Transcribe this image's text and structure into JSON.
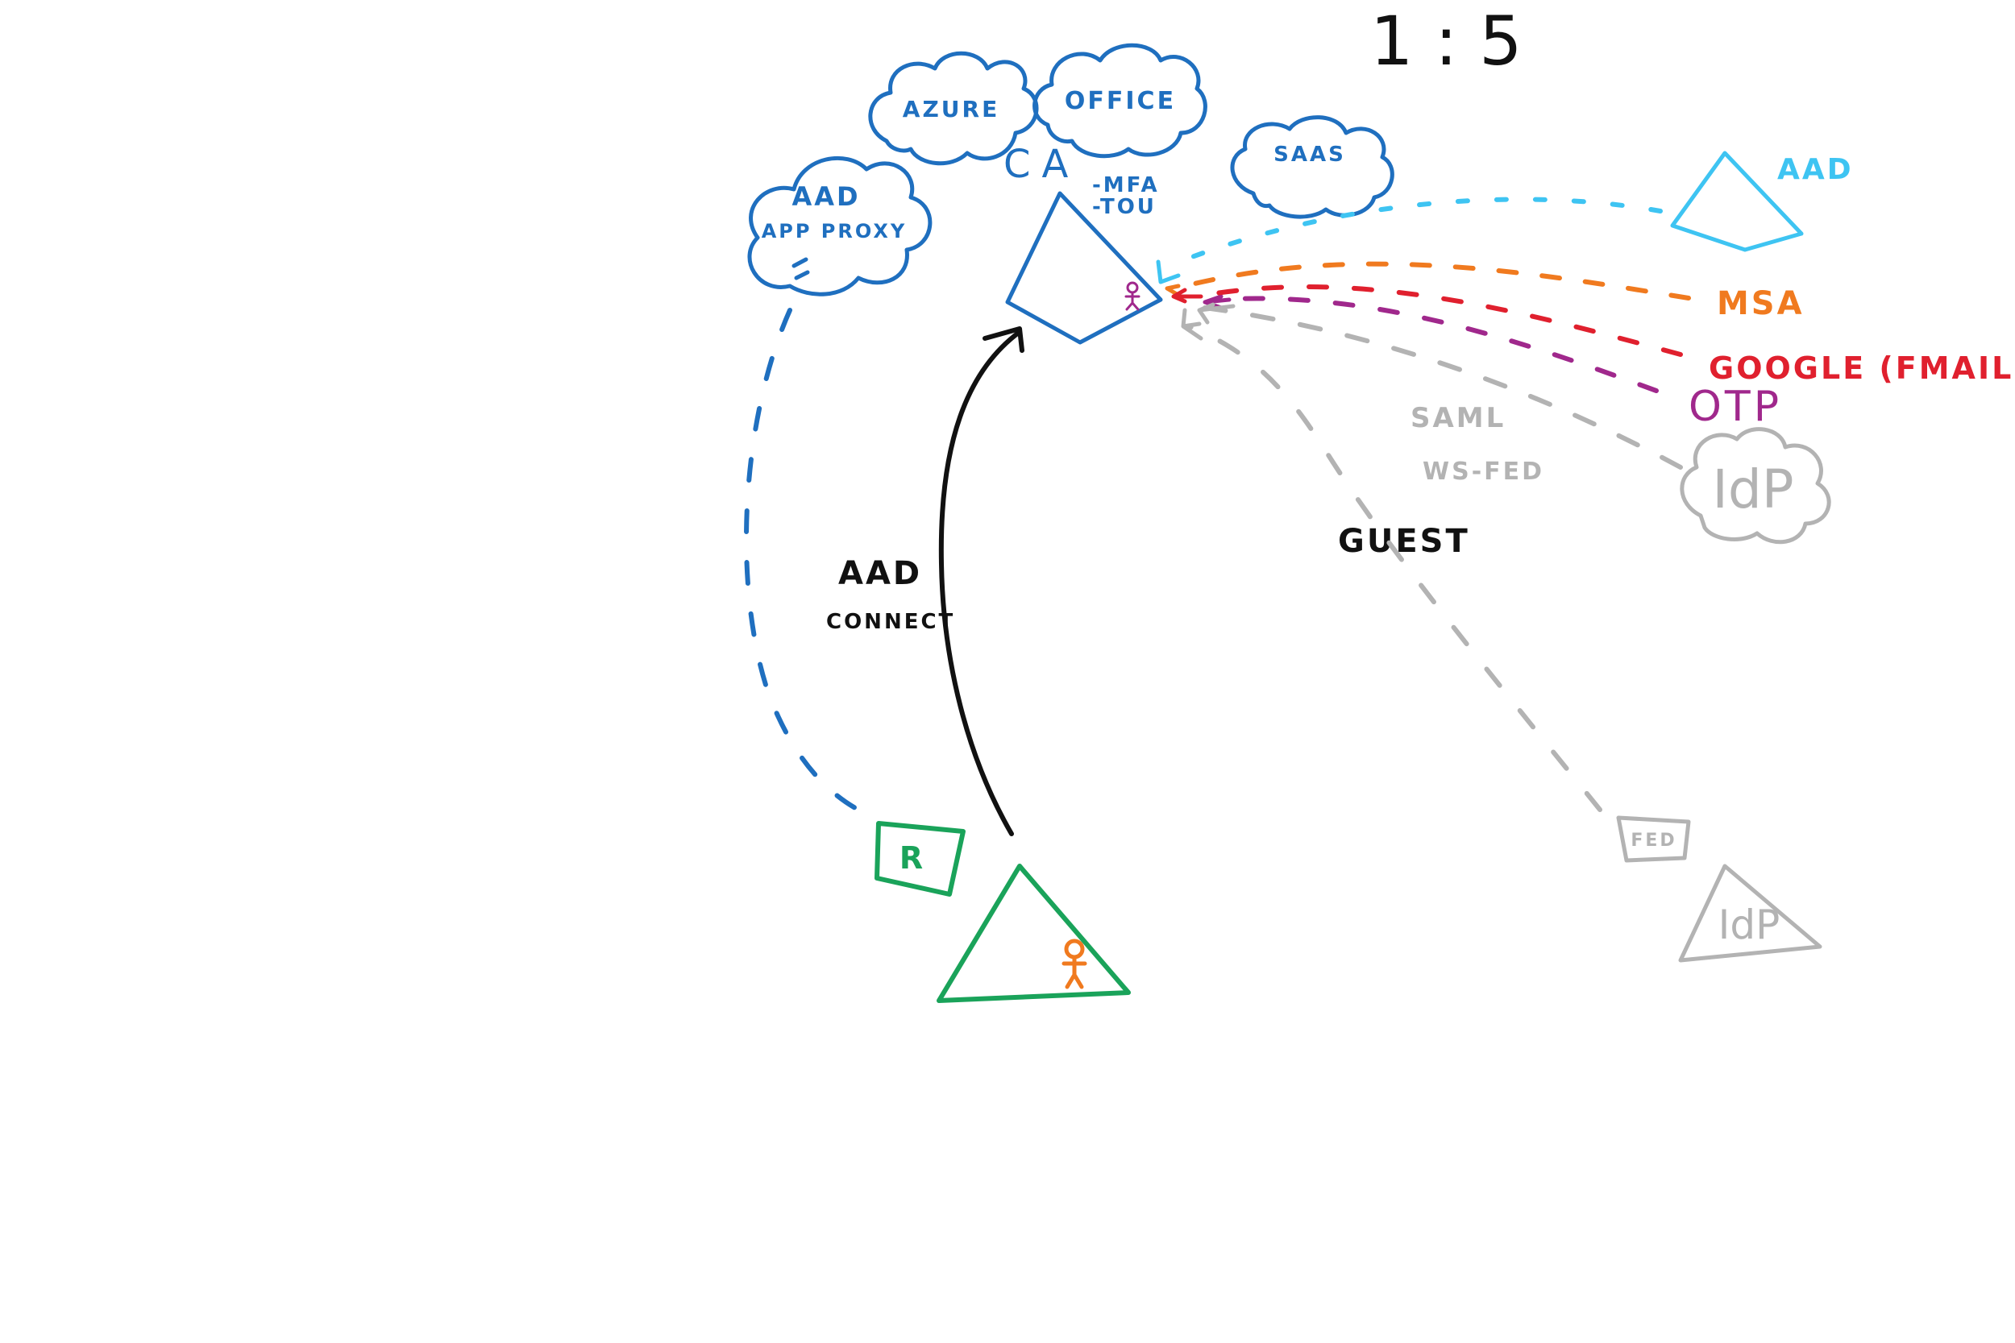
{
  "ratio": "1 : 5",
  "clouds": {
    "aad_app_proxy": [
      "AAD",
      "APP PROXY"
    ],
    "azure": "AZURE",
    "office": "OFFICE",
    "saas": "SAAS",
    "idp": "IdP"
  },
  "ca": {
    "label": "CA",
    "controls": [
      "-MFA",
      "-TOU"
    ]
  },
  "providers": {
    "aad": "AAD",
    "msa": "MSA",
    "google": "GOOGLE (FMAIL)",
    "otp": "OTP",
    "saml": [
      "SAML",
      "WS-FED"
    ]
  },
  "guest_label": "GUEST",
  "connect_label": [
    "AAD",
    "CONNECT"
  ],
  "box_r": "R",
  "box_fed": "FED",
  "triangle_idp": "IdP",
  "colors": {
    "azure_blue": "#1f6fbf",
    "aad_cyan": "#3ec4f2",
    "msa_orange": "#f07a1f",
    "google_red": "#e0202e",
    "otp_purple": "#a0288c",
    "grey": "#b3b3b3",
    "green": "#1aa35a",
    "user_orange": "#f07a1f",
    "black": "#111111"
  }
}
